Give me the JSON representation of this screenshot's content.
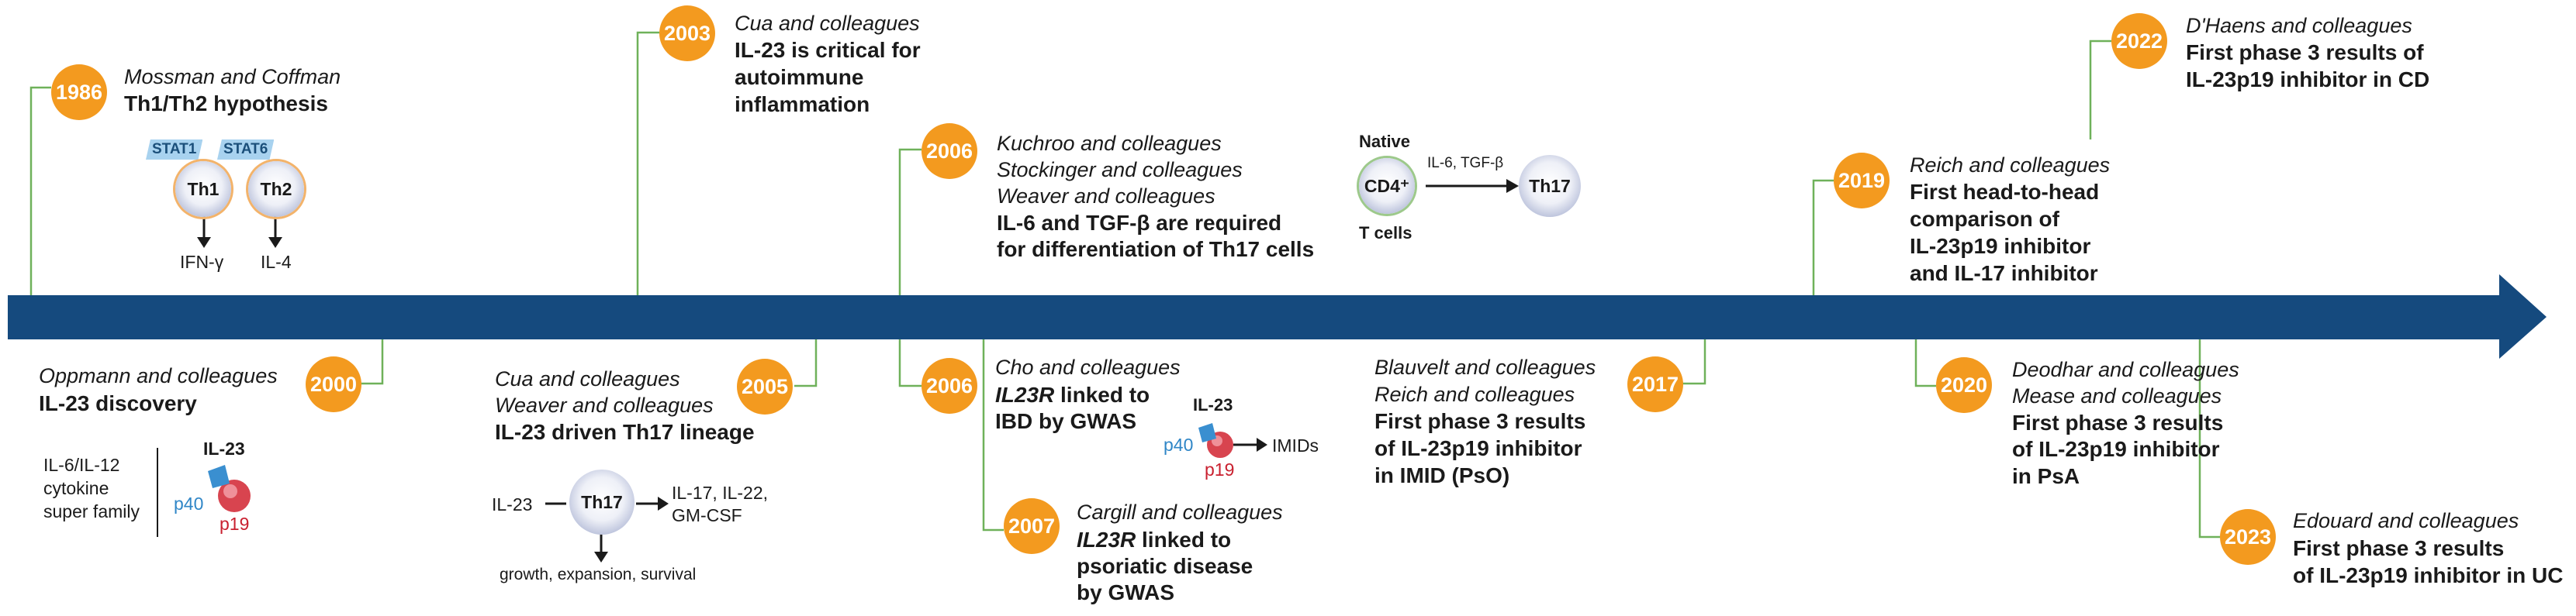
{
  "colors": {
    "timeline": "#154a7e",
    "year_badge": "#f39a1f",
    "connector": "#6fb15a",
    "p40": "#2f86c7",
    "p19": "#c9202f"
  },
  "events": {
    "e1986": {
      "year": "1986",
      "authors": "Mossman and Coffman",
      "title": "Th1/Th2 hypothesis",
      "stat1": "STAT1",
      "stat6": "STAT6",
      "th1": "Th1",
      "th2": "Th2",
      "out1": "IFN-γ",
      "out2": "IL-4"
    },
    "e2000": {
      "year": "2000",
      "authors": "Oppmann and colleagues",
      "title": "IL-23 discovery",
      "family_line1": "IL-6/IL-12",
      "family_line2": "cytokine",
      "family_line3": "super family",
      "il23": "IL-23",
      "p40": "p40",
      "p19": "p19"
    },
    "e2003": {
      "year": "2003",
      "authors": "Cua and colleagues",
      "line1": "IL-23 is critical for",
      "line2": "autoimmune",
      "line3": "inflammation"
    },
    "e2005": {
      "year": "2005",
      "authors1": "Cua and colleagues",
      "authors2": "Weaver and colleagues",
      "title": "IL-23 driven Th17 lineage",
      "input": "IL-23",
      "cell": "Th17",
      "out_line1": "IL-17, IL-22,",
      "out_line2": "GM-CSF",
      "bottom": "growth, expansion, survival"
    },
    "e2006a": {
      "year": "2006",
      "authors1": "Kuchroo and colleagues",
      "authors2": "Stockinger and colleagues",
      "authors3": "Weaver and colleagues",
      "line1": "IL-6 and TGF-β are required",
      "line2": "for differentiation of Th17 cells",
      "native": "Native",
      "cd4": "CD4⁺",
      "tcells": "T cells",
      "arrow_label": "IL-6, TGF-β",
      "th17": "Th17"
    },
    "e2006b": {
      "year": "2006",
      "authors": "Cho and colleagues",
      "gene": "IL23R",
      "line1_rest": " linked to",
      "line2": "IBD by GWAS",
      "il23": "IL-23",
      "p40": "p40",
      "p19": "p19",
      "imids": "IMIDs"
    },
    "e2007": {
      "year": "2007",
      "authors": "Cargill and colleagues",
      "gene": "IL23R",
      "line1_rest": " linked to",
      "line2": "psoriatic disease",
      "line3": "by GWAS"
    },
    "e2017": {
      "year": "2017",
      "authors1": "Blauvelt and colleagues",
      "authors2": "Reich and colleagues",
      "line1": "First phase 3 results",
      "line2": "of IL-23p19 inhibitor",
      "line3": "in IMID (PsO)"
    },
    "e2019": {
      "year": "2019",
      "authors": "Reich and colleagues",
      "line1": "First head-to-head",
      "line2": "comparison of",
      "line3": "IL-23p19 inhibitor",
      "line4": "and IL-17 inhibitor"
    },
    "e2020": {
      "year": "2020",
      "authors1": "Deodhar and colleagues",
      "authors2": "Mease and colleagues",
      "line1": "First phase 3 results",
      "line2": "of IL-23p19 inhibitor",
      "line3": "in PsA"
    },
    "e2022": {
      "year": "2022",
      "authors": "D'Haens and colleagues",
      "line1": "First phase 3 results of",
      "line2": "IL-23p19 inhibitor in CD"
    },
    "e2023": {
      "year": "2023",
      "authors": "Edouard and colleagues",
      "line1": "First phase 3 results",
      "line2": "of IL-23p19 inhibitor in UC"
    }
  }
}
